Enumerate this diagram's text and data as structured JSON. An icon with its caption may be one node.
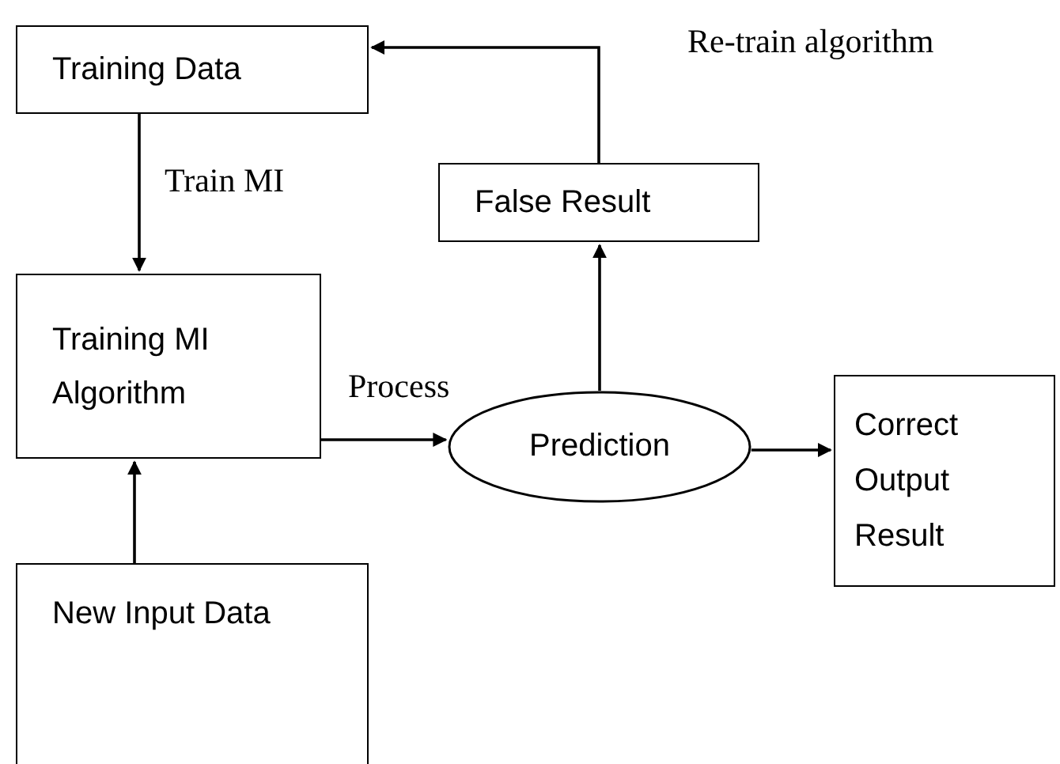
{
  "diagram": {
    "nodes": [
      {
        "text": [
          "Training Data"
        ]
      },
      {
        "text": [
          "False Result"
        ]
      },
      {
        "text": [
          "Training MI Algorithm"
        ]
      },
      {
        "text": [
          "Prediction"
        ]
      },
      {
        "text": [
          "Correct Output Result"
        ]
      },
      {
        "text": [
          "New Input Data"
        ]
      }
    ],
    "edges": [
      {
        "from": 0,
        "to": 2,
        "arrow": "to",
        "label": "Train MI"
      },
      {
        "from": 2,
        "to": 3,
        "arrow": "to",
        "label": "Process"
      },
      {
        "from": 3,
        "to": 1,
        "arrow": "to"
      },
      {
        "from": 1,
        "to": 0,
        "arrow": "to",
        "label": "Re-train algorithm"
      },
      {
        "from": 3,
        "to": 4,
        "arrow": "to"
      },
      {
        "from": 5,
        "to": 2,
        "arrow": "to"
      }
    ]
  }
}
